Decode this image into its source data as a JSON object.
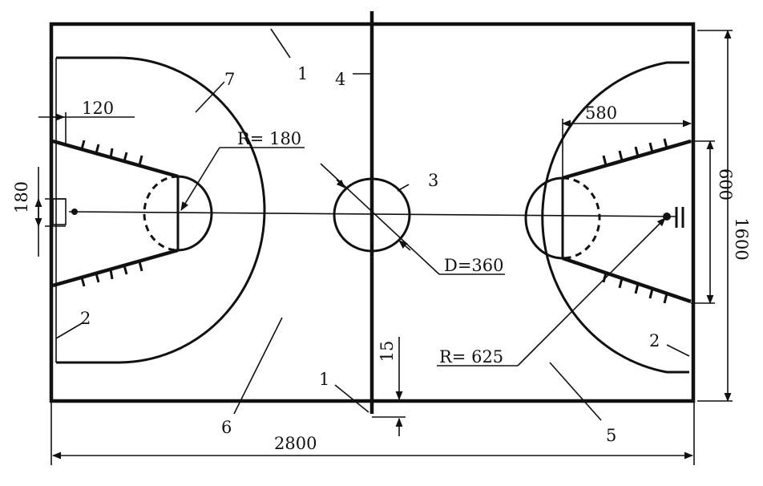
{
  "labels": {
    "n1_top": "1",
    "n1_bottom": "1",
    "n2_left": "2",
    "n2_right": "2",
    "n3": "3",
    "n4": "4",
    "n5": "5",
    "n6": "6",
    "n7": "7"
  },
  "dimensions": {
    "d120": "120",
    "d180": "180",
    "r180": "R= 180",
    "d360": "D=360",
    "d580": "580",
    "d600": "600",
    "d1600": "1600",
    "d15": "15",
    "r625": "R= 625",
    "d2800": "2800"
  }
}
